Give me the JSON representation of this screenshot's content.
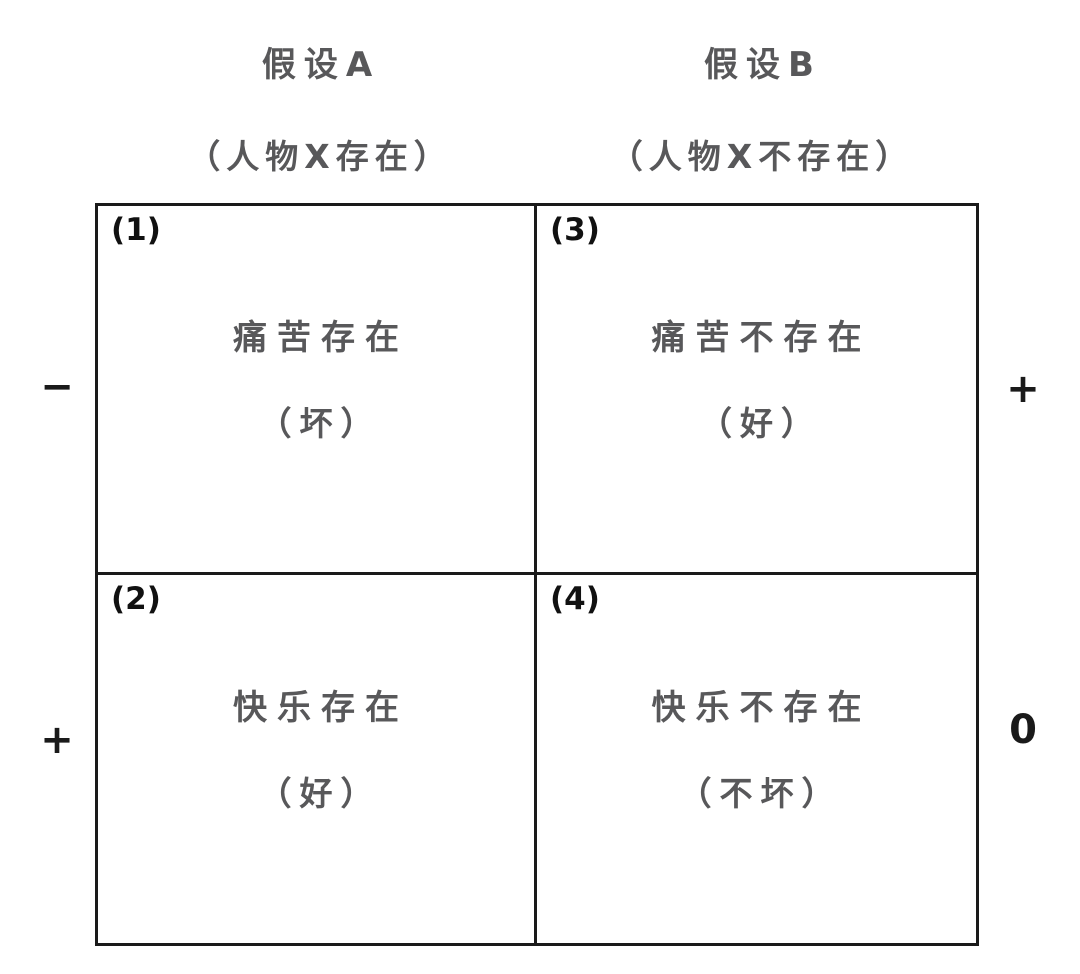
{
  "diagram": {
    "title_meaning": "2x2 matrix comparing hypotheses about person X existing vs not existing",
    "columns": [
      {
        "hypothesis": "假设A",
        "condition": "（人物X存在）"
      },
      {
        "hypothesis": "假设B",
        "condition": "（人物X不存在）"
      }
    ],
    "cells": [
      {
        "number": "(1)",
        "main": "痛苦存在",
        "evaluation": "（坏）"
      },
      {
        "number": "(3)",
        "main": "痛苦不存在",
        "evaluation": "（好）"
      },
      {
        "number": "(2)",
        "main": "快乐存在",
        "evaluation": "（好）"
      },
      {
        "number": "(4)",
        "main": "快乐不存在",
        "evaluation": "（不坏）"
      }
    ],
    "side_labels": {
      "left_top": "−",
      "left_bottom": "+",
      "right_top": "+",
      "right_bottom": "0"
    },
    "colors": {
      "text_gray": "#58585a",
      "line_black": "#1a1a1a",
      "background": "#ffffff"
    }
  }
}
